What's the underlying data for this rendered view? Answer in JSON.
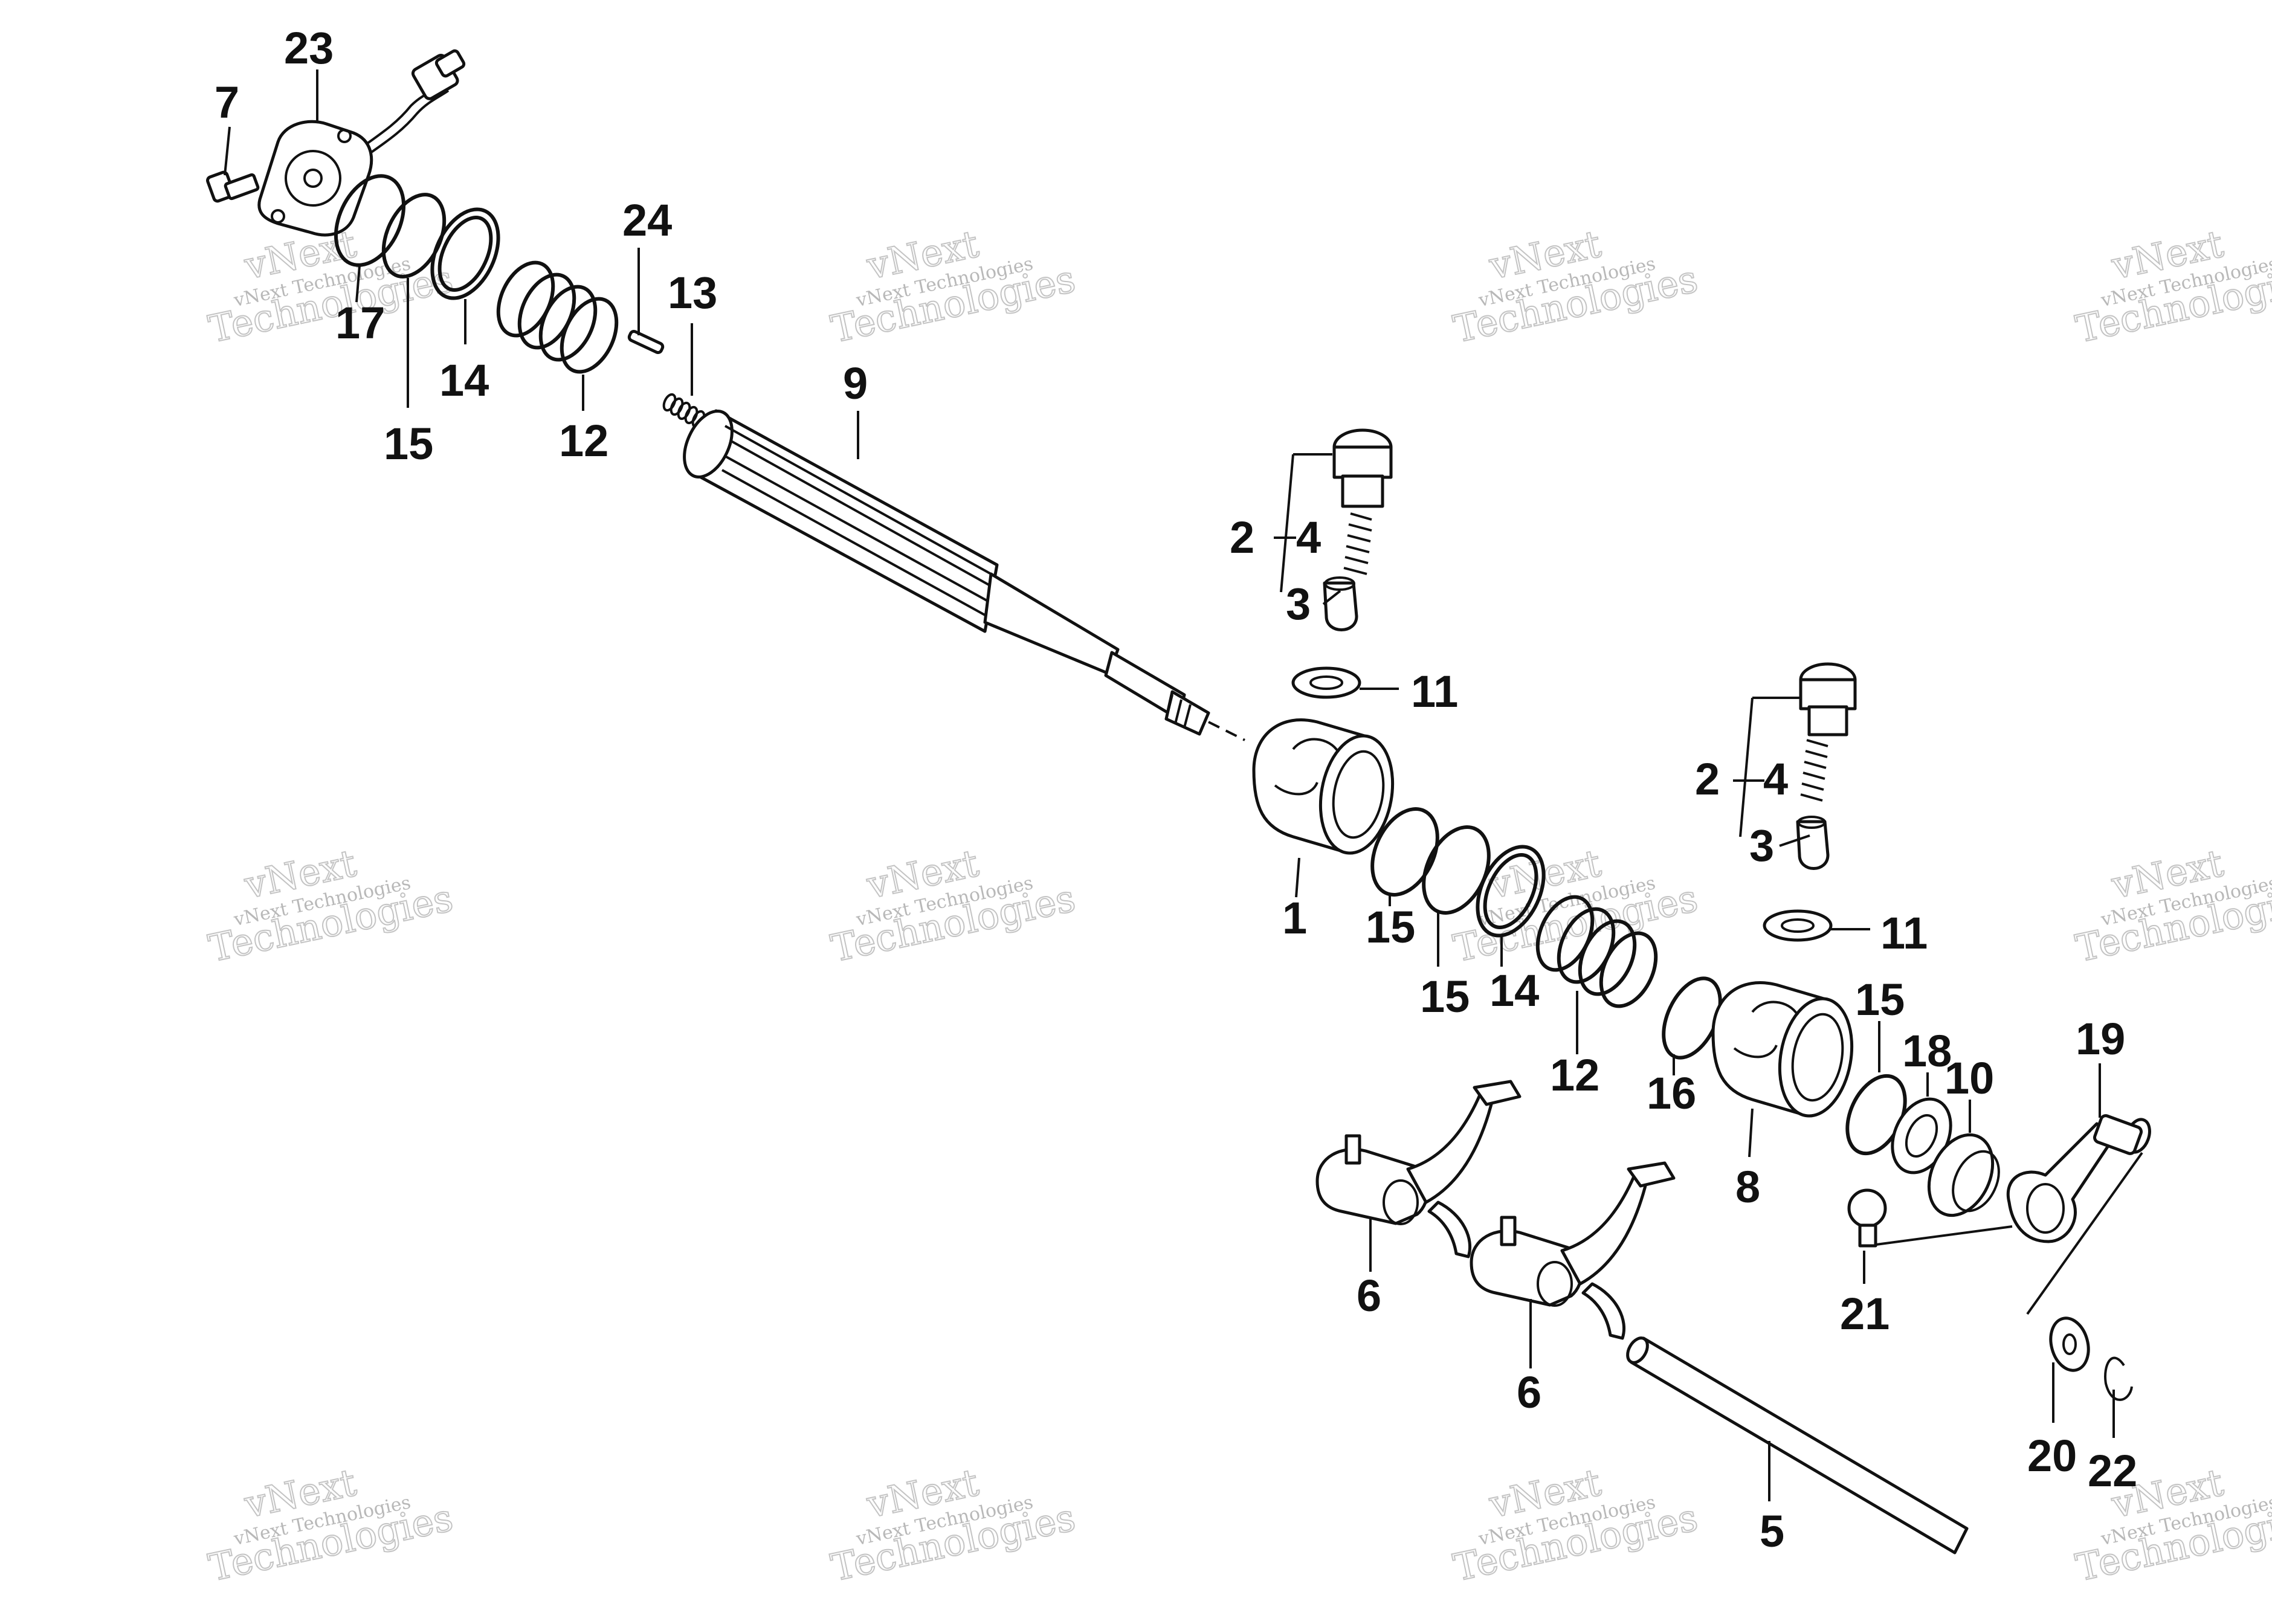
{
  "watermark": {
    "line1": "vNext",
    "line2": "vNext Technologies",
    "line3": "Technologies"
  },
  "callouts": {
    "c1": "1",
    "c2a": "2",
    "c2b": "2",
    "c3a": "3",
    "c3b": "3",
    "c4a": "4",
    "c4b": "4",
    "c5": "5",
    "c6a": "6",
    "c6b": "6",
    "c7": "7",
    "c8": "8",
    "c9": "9",
    "c10": "10",
    "c11a": "11",
    "c11b": "11",
    "c12a": "12",
    "c12b": "12",
    "c13": "13",
    "c14a": "14",
    "c14b": "14",
    "c15a": "15",
    "c15b": "15",
    "c15c": "15",
    "c15d": "15",
    "c16": "16",
    "c17": "17",
    "c18": "18",
    "c19": "19",
    "c20": "20",
    "c21": "21",
    "c22": "22",
    "c23": "23",
    "c24": "24"
  }
}
